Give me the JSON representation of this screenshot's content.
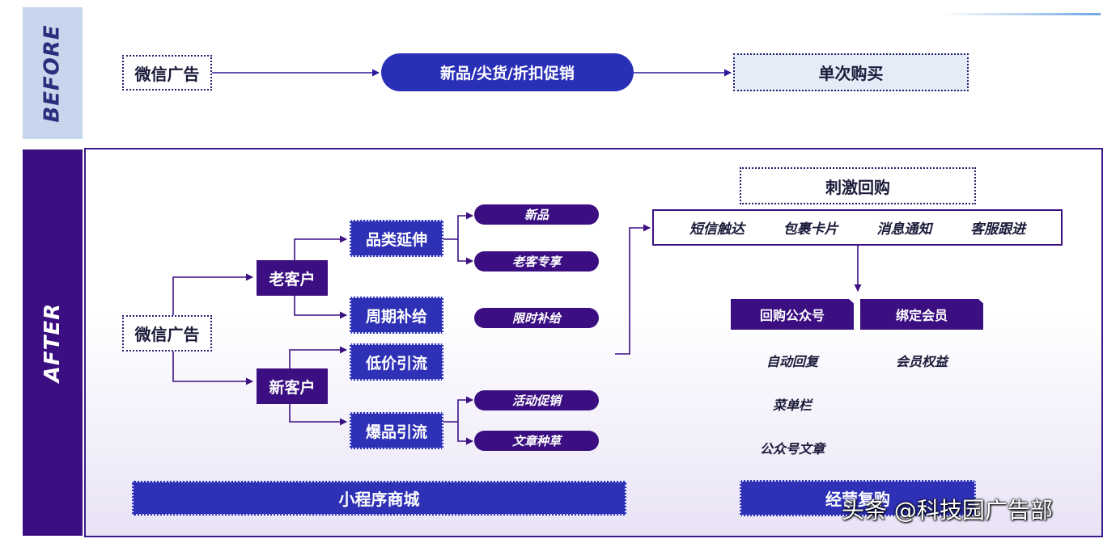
{
  "before": {
    "label": "BEFORE",
    "source": "微信广告",
    "middle": "新品/尖货/折扣促销",
    "result": "单次购买"
  },
  "after": {
    "label": "AFTER",
    "source": "微信广告",
    "old_customer": "老客户",
    "new_customer": "新客户",
    "category_extend": "品类延伸",
    "periodic_refill": "周期补给",
    "low_price": "低价引流",
    "hot_item": "爆品引流",
    "pills": {
      "new_product": "新品",
      "old_customer_exclusive": "老客专享",
      "limited_refill": "限时补给",
      "promo": "活动促销",
      "article": "文章种草"
    },
    "stimulus_title": "刺激回购",
    "stimulus_items": [
      "短信触达",
      "包裹卡片",
      "消息通知",
      "客服跟进"
    ],
    "tab_official_account": "回购公众号",
    "tab_member": "绑定会员",
    "official_account_items": [
      "自动回复",
      "菜单栏",
      "公众号文章"
    ],
    "member_items": [
      "会员权益"
    ],
    "mini_program_mall": "小程序商城",
    "operation_label": "经营复购"
  },
  "watermark": "头条 @科技园广告部",
  "colors": {
    "primary_purple": "#3b0f82",
    "primary_blue": "#2e31b6",
    "before_bg": "#c7d6ec"
  }
}
